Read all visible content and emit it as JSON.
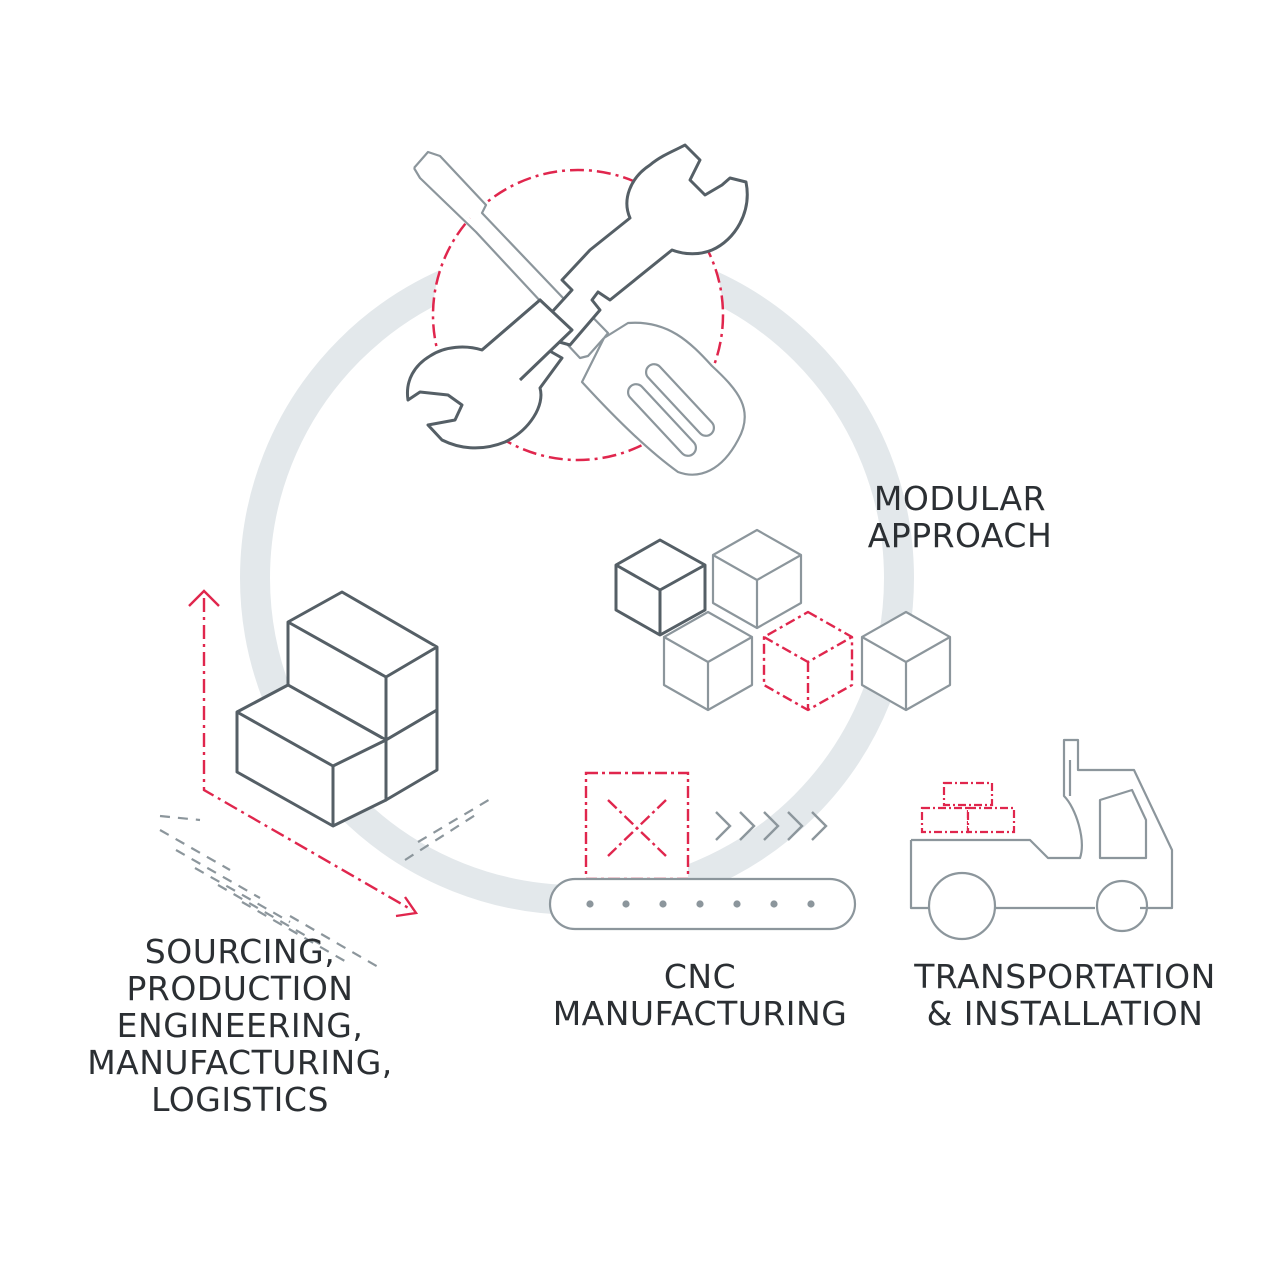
{
  "labels": {
    "modular": [
      "MODULAR",
      "APPROACH"
    ],
    "sourcing": [
      "SOURCING,",
      "PRODUCTION",
      "ENGINEERING,",
      "MANUFACTURING,",
      "LOGISTICS"
    ],
    "cnc": [
      "CNC",
      "MANUFACTURING"
    ],
    "transport": [
      "TRANSPORTATION",
      "& INSTALLATION"
    ]
  },
  "colors": {
    "accent": "#e0264d",
    "dark": "#555f66",
    "light": "#8c969c",
    "ring": "#e3e8eb",
    "text": "#2b2f33"
  },
  "icons": [
    "wrench-icon",
    "screwdriver-icon",
    "cubes-icon",
    "boxes-icon",
    "conveyor-icon",
    "forklift-icon"
  ]
}
